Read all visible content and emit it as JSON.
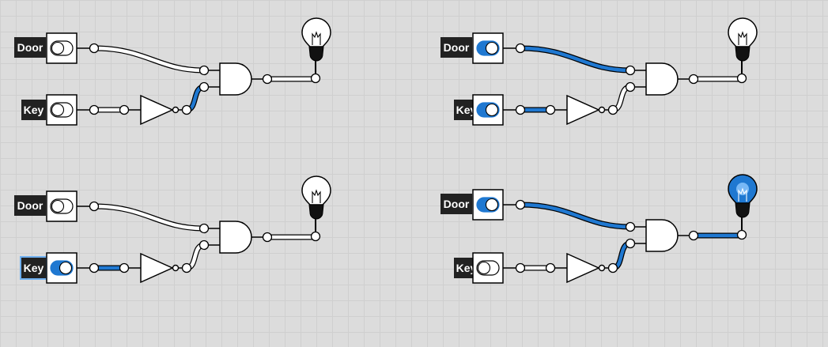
{
  "colors": {
    "background": "#dcdcdc",
    "grid": "#cfcfcf",
    "wire_on": "#1f78d1",
    "wire_off": "#ffffff",
    "outline": "#000000",
    "label_bg": "#222222",
    "bulb_on": "#1f78d1"
  },
  "circuits": [
    {
      "door_label": "Door",
      "key_label": "Key",
      "door_on": false,
      "key_on": false,
      "not_out": true,
      "and_out": false,
      "key_highlight": false
    },
    {
      "door_label": "Door",
      "key_label": "Key",
      "door_on": true,
      "key_on": true,
      "not_out": false,
      "and_out": false,
      "key_highlight": false
    },
    {
      "door_label": "Door",
      "key_label": "Key",
      "door_on": false,
      "key_on": true,
      "not_out": false,
      "and_out": false,
      "key_highlight": true
    },
    {
      "door_label": "Door",
      "key_label": "Key",
      "door_on": true,
      "key_on": false,
      "not_out": true,
      "and_out": true,
      "key_highlight": false
    }
  ],
  "icons": {
    "toggle": "toggle-switch-icon",
    "not_gate": "not-gate-icon",
    "and_gate": "and-gate-icon",
    "bulb": "light-bulb-icon"
  }
}
